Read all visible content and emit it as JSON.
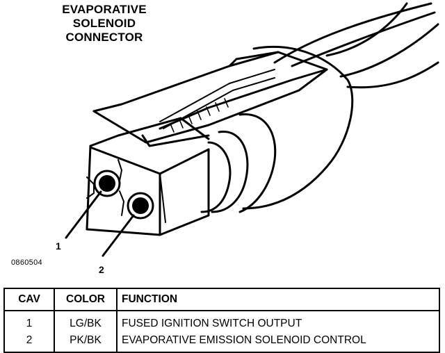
{
  "title": {
    "line1": "EVAPORATIVE",
    "line2": "SOLENOID",
    "line3": "CONNECTOR"
  },
  "pins": {
    "pin1": "1",
    "pin2": "2"
  },
  "figure_id": "0860504",
  "table": {
    "headers": {
      "cav": "CAV",
      "color": "COLOR",
      "function": "FUNCTION"
    },
    "rows": [
      {
        "cav": "1",
        "color": "LG/BK",
        "function": "FUSED IGNITION SWITCH OUTPUT"
      },
      {
        "cav": "2",
        "color": "PK/BK",
        "function": "EVAPORATIVE EMISSION SOLENOID CONTROL"
      }
    ]
  }
}
